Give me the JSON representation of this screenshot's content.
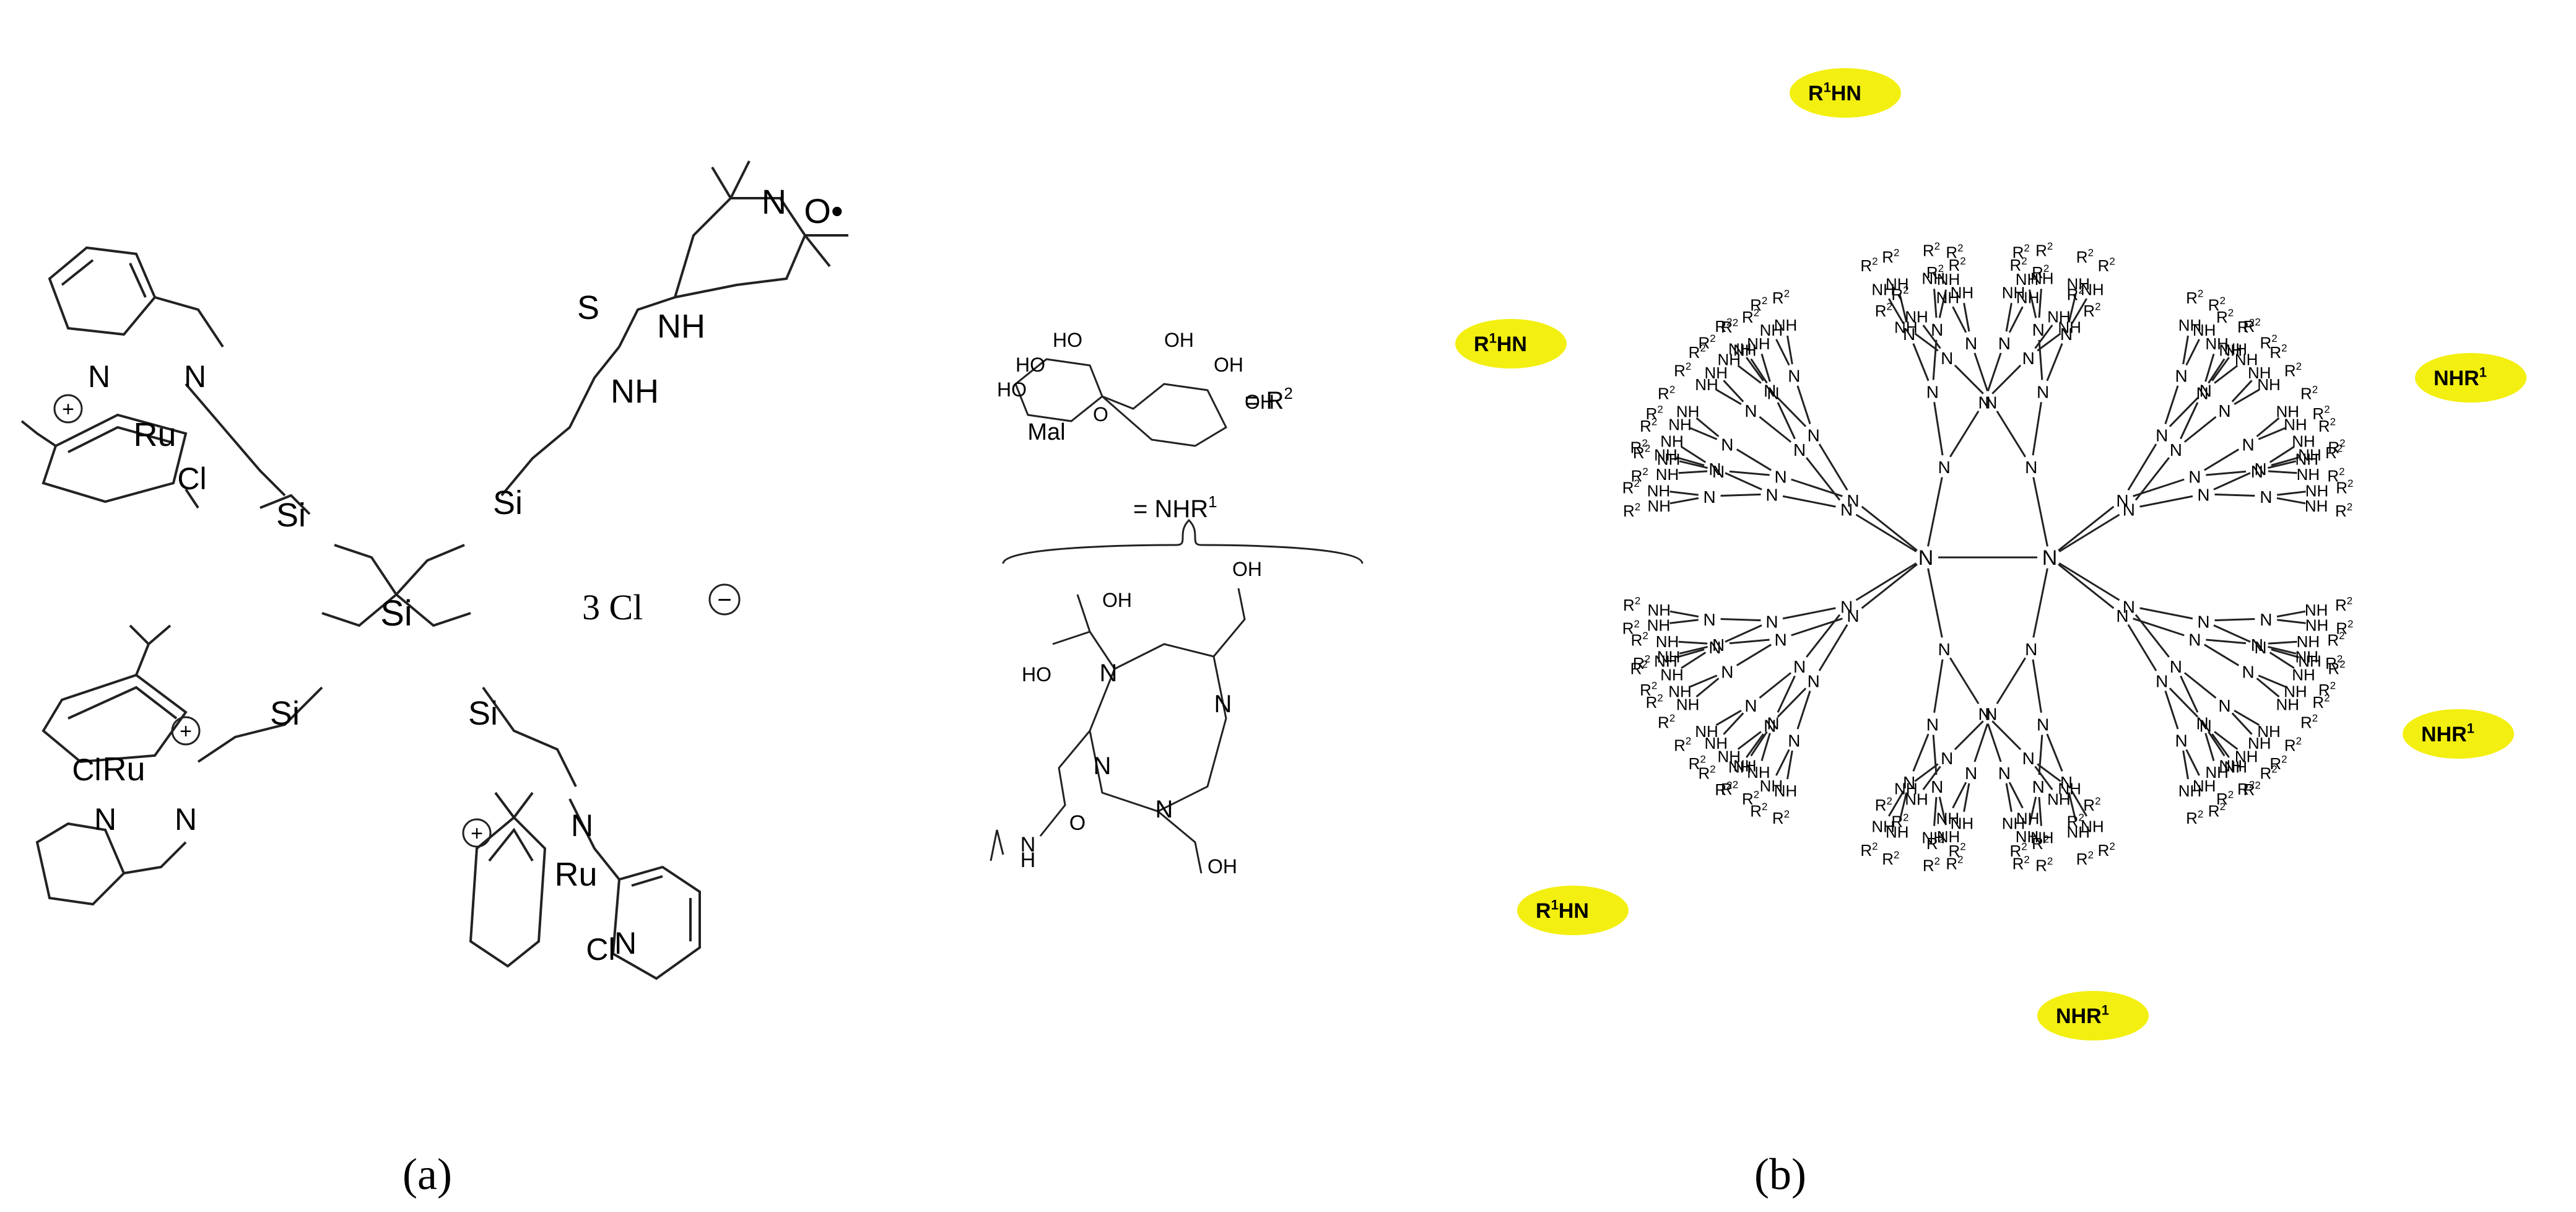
{
  "panel_a": {
    "caption": "(a)",
    "atoms": {
      "si_center": "Si",
      "si_top_left": "Si",
      "si_top_right": "Si",
      "si_bottom_left": "Si",
      "si_bottom_right": "Si",
      "ru_top": "Ru",
      "ru_bottom_left": "Ru",
      "ru_bottom_right": "Ru",
      "cl_top": "Cl",
      "cl_bottom_left": "Cl",
      "cl_bottom_right": "Cl",
      "n_py_top": "N",
      "n_im_top": "N",
      "n_py_bl": "N",
      "n_im_bl": "N",
      "n_py_br": "N",
      "n_im_br": "N",
      "tempo_n": "N",
      "tempo_o": "O",
      "thio_s": "S",
      "nh_upper": "NH",
      "nh_lower": "NH",
      "charge_plus": "+",
      "counterion": "3 Cl",
      "charge_minus": "−"
    }
  },
  "panel_b": {
    "caption": "(b)",
    "mal_label": "Mal",
    "r2_def": "= R",
    "r2_sup": "2",
    "nhr1_def": "= NHR",
    "nhr1_sup": "1",
    "oh": "OH",
    "ho": "HO",
    "n": "N",
    "o": "O",
    "h": "H",
    "highlights": [
      {
        "text": "R",
        "sup": "1",
        "tail": "HN"
      },
      {
        "text": "R",
        "sup": "1",
        "tail": "HN"
      },
      {
        "text": "NHR",
        "sup": "1",
        "tail": ""
      },
      {
        "text": "NHR",
        "sup": "1",
        "tail": ""
      },
      {
        "text": "R",
        "sup": "1",
        "tail": "HN"
      },
      {
        "text": "NHR",
        "sup": "1",
        "tail": ""
      }
    ],
    "highlight_color": "#f3ef10",
    "dendrimer_labels": {
      "core_n": "N",
      "terminal_nh": "NH",
      "terminal_r2": "R",
      "terminal_r2_sup": "2"
    }
  }
}
